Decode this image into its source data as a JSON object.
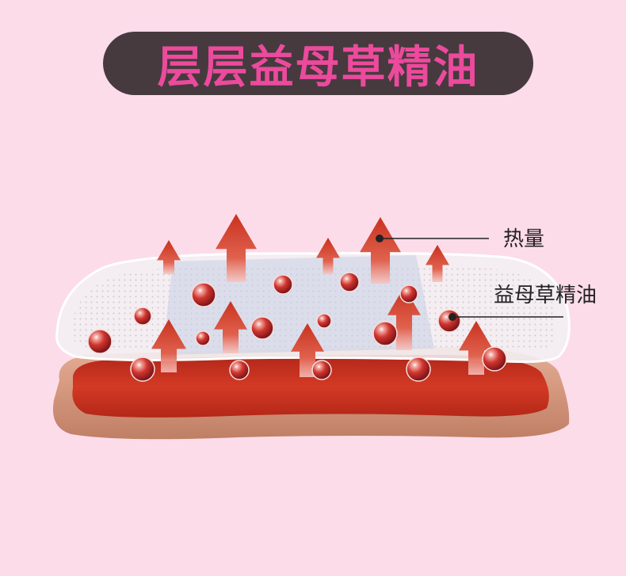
{
  "title": "层层益母草精油",
  "labels": {
    "heat": "热量",
    "oil": "益母草精油"
  },
  "colors": {
    "background": "#fddcea",
    "title_pill": "#463a3f",
    "title_text": "#ec4a9c",
    "heat_pad": "#c6301f",
    "arrow": "#c33b26",
    "sphere": "#c7282a"
  }
}
